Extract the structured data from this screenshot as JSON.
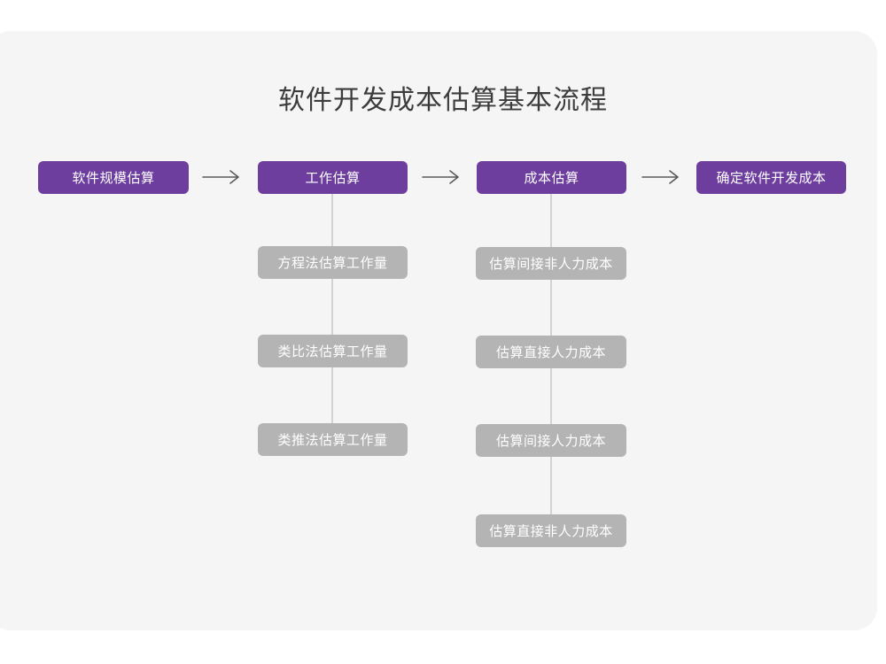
{
  "page": {
    "title": "软件开发成本估算基本流程",
    "background_color": "#ffffff",
    "card_color": "#f5f5f5"
  },
  "colors": {
    "primary": "#6d3e9e",
    "secondary": "#b4b4b4",
    "connector": "#d2d2d2",
    "title_text": "#3c3c3c",
    "node_text": "#ffffff",
    "arrow": "#5a5a5a"
  },
  "chart_data": {
    "type": "diagram",
    "title": "软件开发成本估算基本流程",
    "flow_direction": "left-to-right",
    "stages": [
      {
        "label": "软件规模估算",
        "level": "primary",
        "children": []
      },
      {
        "label": "工作估算",
        "level": "primary",
        "children": [
          "方程法估算工作量",
          "类比法估算工作量",
          "类推法估算工作量"
        ]
      },
      {
        "label": "成本估算",
        "level": "primary",
        "children": [
          "估算间接非人力成本",
          "估算直接人力成本",
          "估算间接人力成本",
          "估算直接非人力成本"
        ]
      },
      {
        "label": "确定软件开发成本",
        "level": "primary",
        "children": []
      }
    ],
    "connectors": [
      {
        "from": "软件规模估算",
        "to": "工作估算",
        "style": "arrow"
      },
      {
        "from": "工作估算",
        "to": "成本估算",
        "style": "arrow"
      },
      {
        "from": "成本估算",
        "to": "确定软件开发成本",
        "style": "arrow"
      }
    ]
  },
  "nodes": {
    "stage1": "软件规模估算",
    "stage2": "工作估算",
    "stage3": "成本估算",
    "stage4": "确定软件开发成本",
    "work_1": "方程法估算工作量",
    "work_2": "类比法估算工作量",
    "work_3": "类推法估算工作量",
    "cost_1": "估算间接非人力成本",
    "cost_2": "估算直接人力成本",
    "cost_3": "估算间接人力成本",
    "cost_4": "估算直接非人力成本"
  }
}
